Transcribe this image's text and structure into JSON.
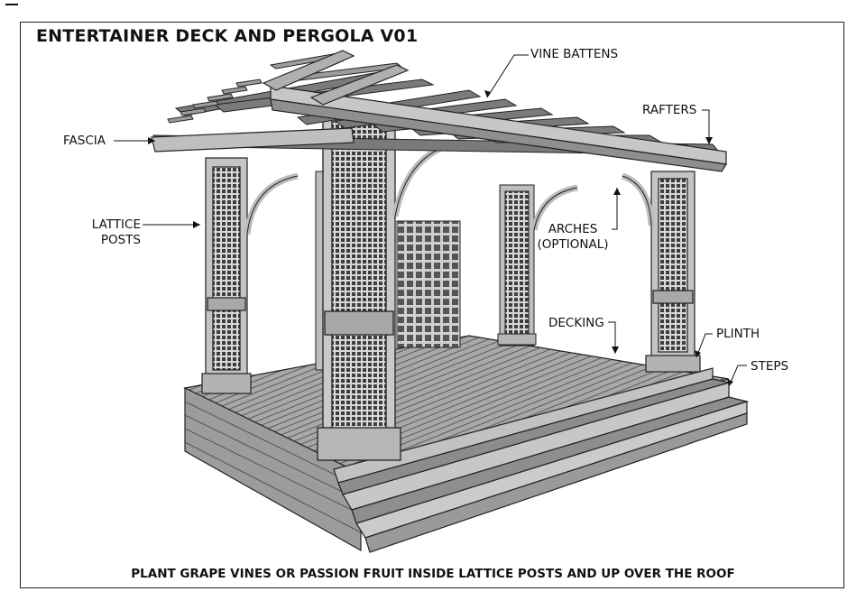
{
  "title": "ENTERTAINER DECK AND PERGOLA V01",
  "footer": "PLANT GRAPE VINES OR PASSION FRUIT INSIDE LATTICE POSTS AND UP OVER THE ROOF",
  "labels": {
    "vine_battens": "VINE BATTENS",
    "rafters": "RAFTERS",
    "fascia": "FASCIA",
    "lattice_line1": "LATTICE",
    "lattice_line2": "POSTS",
    "arches_line1": "ARCHES",
    "arches_line2": "(OPTIONAL)",
    "decking": "DECKING",
    "plinth": "PLINTH",
    "steps": "STEPS"
  },
  "colors": {
    "outline": "#222222",
    "wood_light": "#c9c9c9",
    "wood_mid": "#9a9a9a",
    "wood_dark": "#6e6e6e",
    "lattice": "#4a4a4a"
  }
}
